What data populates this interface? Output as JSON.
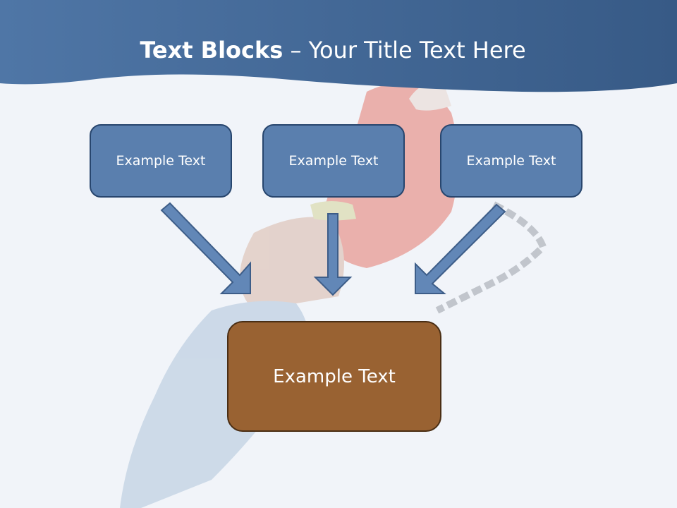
{
  "slide": {
    "title_bold": "Text Blocks",
    "title_rest": " – Your Title Text Here"
  },
  "diagram": {
    "top_boxes": [
      {
        "label": "Example Text"
      },
      {
        "label": "Example Text"
      },
      {
        "label": "Example Text"
      }
    ],
    "bottom_box": {
      "label": "Example Text"
    }
  },
  "colors": {
    "header": "#436a99",
    "box_blue": "#5a7fae",
    "box_blue_border": "#28466e",
    "box_brown": "#996232",
    "box_brown_border": "#4a2e14",
    "arrow_fill": "#6287b7",
    "arrow_stroke": "#3d5d88"
  }
}
